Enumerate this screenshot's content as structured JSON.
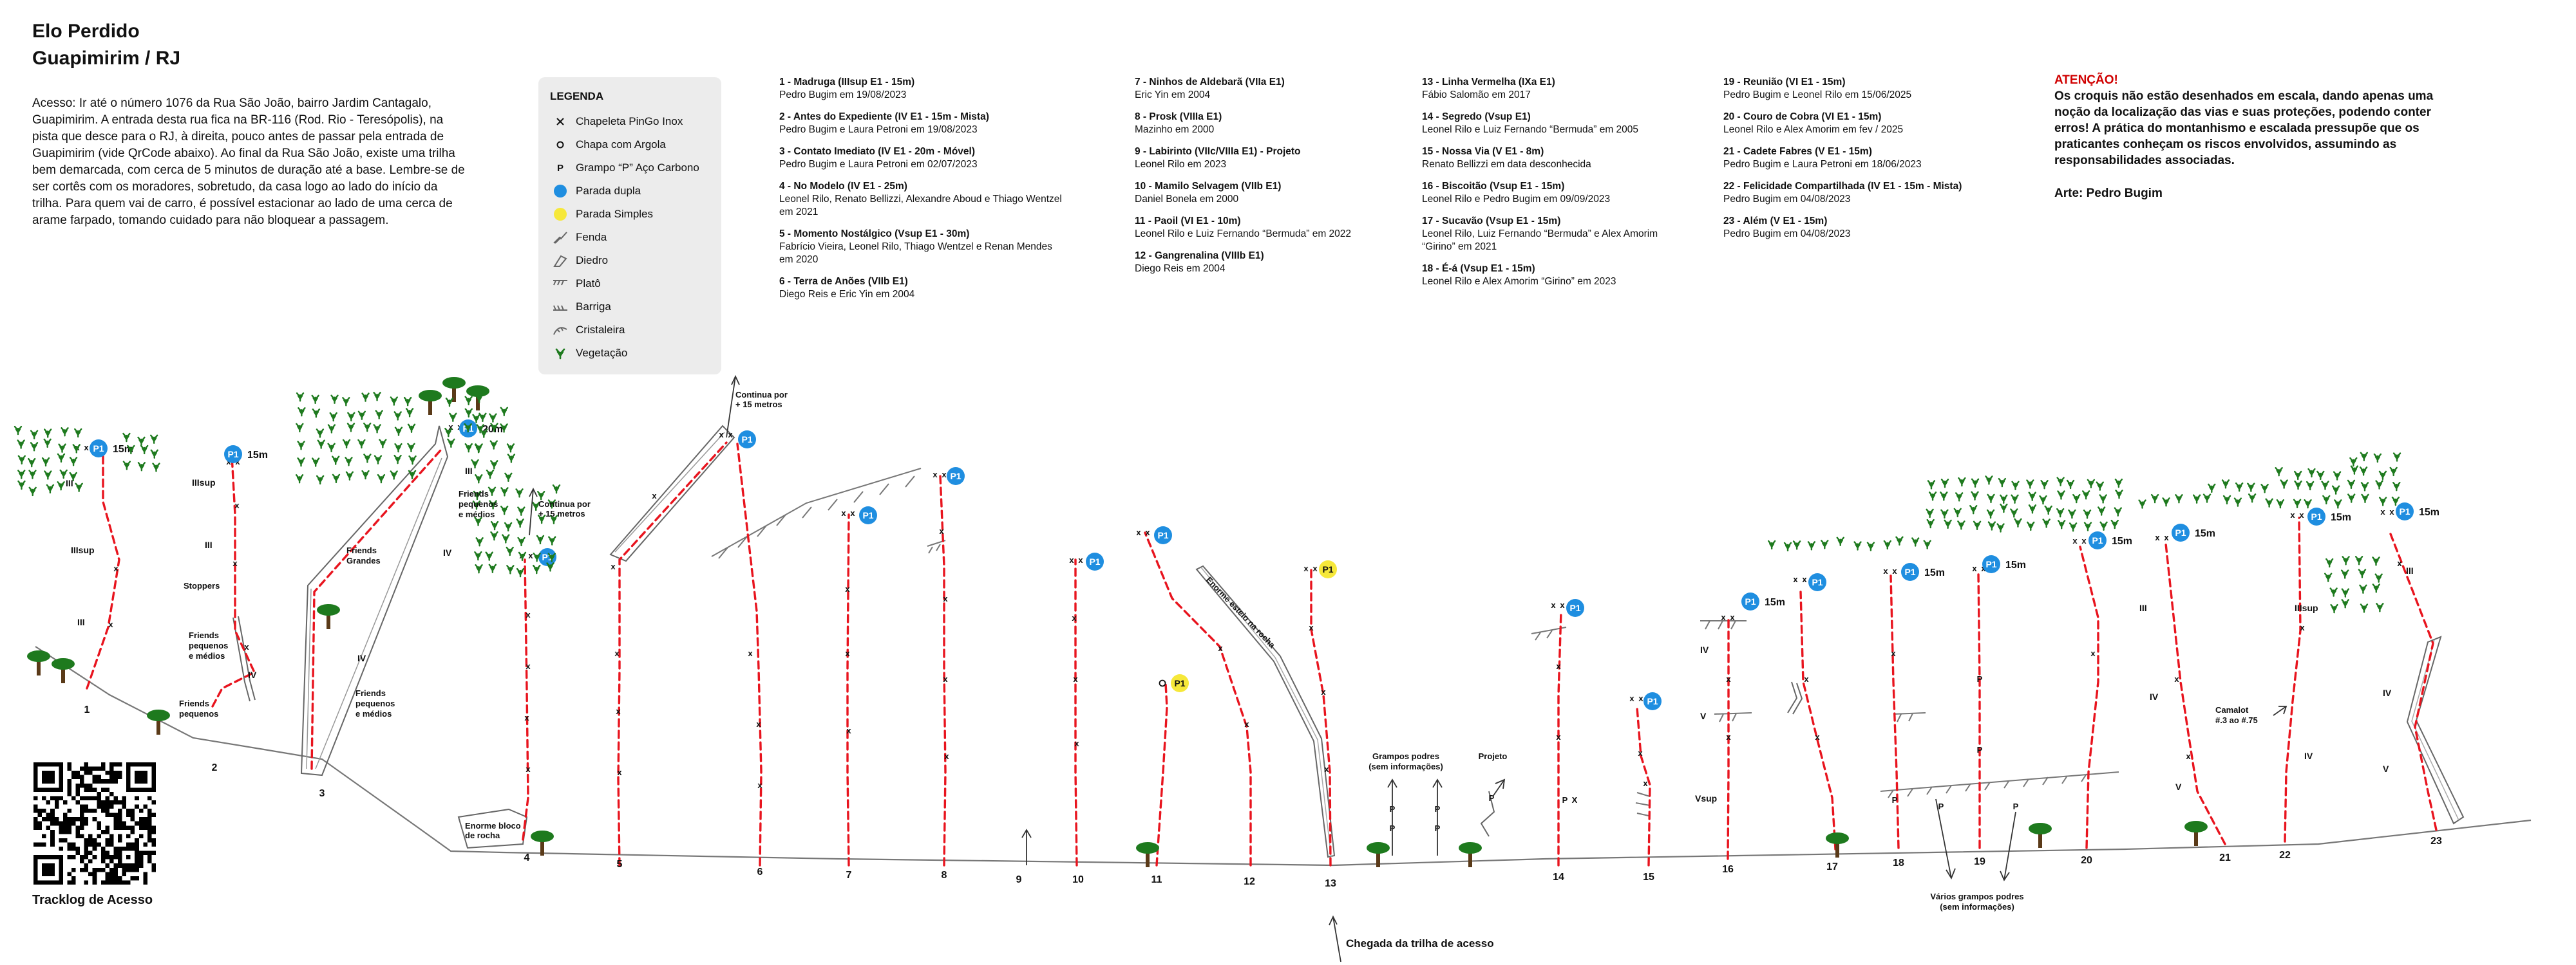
{
  "title": {
    "line1": "Elo Perdido",
    "line2": "Guapimirim / RJ"
  },
  "access_text": "Acesso: Ir até o número 1076 da Rua São João, bairro Jardim Cantagalo, Guapimirim. A entrada desta rua fica na BR-116 (Rod. Rio - Teresópolis), na pista que desce para o RJ, à direita, pouco antes de passar pela entrada de Guapimirim (vide QrCode abaixo). Ao final da Rua São João, existe uma trilha bem demarcada, com cerca de 5 minutos de duração até a base. Lembre-se de ser cortês com os moradores, sobretudo, da casa logo ao lado do início da trilha. Para quem vai de carro, é possível estacionar ao lado de uma cerca de arame farpado, tomando cuidado para não bloquear a passagem.",
  "legend": {
    "title": "LEGENDA",
    "items": [
      {
        "icon": "x-mark-icon",
        "label": "Chapeleta PinGo Inox"
      },
      {
        "icon": "ring-icon",
        "label": "Chapa com Argola"
      },
      {
        "icon": "p-letter-icon",
        "label": "Grampo “P” Aço Carbono"
      },
      {
        "icon": "double-anchor-blue-icon",
        "label": "Parada dupla"
      },
      {
        "icon": "single-anchor-yellow-icon",
        "label": "Parada Simples"
      },
      {
        "icon": "crack-icon",
        "label": "Fenda"
      },
      {
        "icon": "dihedral-icon",
        "label": "Diedro"
      },
      {
        "icon": "ledge-icon",
        "label": "Platô"
      },
      {
        "icon": "roof-icon",
        "label": "Barriga"
      },
      {
        "icon": "crest-icon",
        "label": "Cristaleira"
      },
      {
        "icon": "vegetation-icon",
        "label": "Vegetação"
      }
    ]
  },
  "routes_columns": [
    [
      {
        "name": "1 - Madruga (IIIsup E1 - 15m)",
        "info": "Pedro Bugim em 19/08/2023"
      },
      {
        "name": "2 - Antes do Expediente (IV E1 - 15m - Mista)",
        "info": "Pedro Bugim e Laura Petroni em 19/08/2023"
      },
      {
        "name": "3 - Contato Imediato (IV E1 - 20m - Móvel)",
        "info": "Pedro Bugim e Laura Petroni em 02/07/2023"
      },
      {
        "name": "4 - No Modelo (IV E1 - 25m)",
        "info": "Leonel Rilo, Renato Bellizzi, Alexandre Aboud e Thiago Wentzel em 2021"
      },
      {
        "name": "5 - Momento Nostálgico (Vsup E1 - 30m)",
        "info": "Fabrício Vieira, Leonel Rilo, Thiago Wentzel e Renan Mendes em 2020"
      },
      {
        "name": "6 - Terra de Anões (VIIb E1)",
        "info": "Diego Reis e Eric Yin em 2004"
      }
    ],
    [
      {
        "name": "7 - Ninhos de Aldebarã (VIIa E1)",
        "info": "Eric Yin em 2004"
      },
      {
        "name": "8 - Prosk (VIIIa E1)",
        "info": "Mazinho em 2000"
      },
      {
        "name": "9 - Labirinto (VIIc/VIIIa E1) - Projeto",
        "info": "Leonel Rilo em 2023"
      },
      {
        "name": "10 - Mamilo Selvagem (VIIb E1)",
        "info": "Daniel Bonela em 2000"
      },
      {
        "name": "11 - Paoil (VI E1 - 10m)",
        "info": "Leonel Rilo e Luiz Fernando “Bermuda” em 2022"
      },
      {
        "name": "12 - Gangrenalina (VIIIb E1)",
        "info": "Diego Reis em 2004"
      }
    ],
    [
      {
        "name": "13 - Linha Vermelha (IXa E1)",
        "info": "Fábio Salomão em 2017"
      },
      {
        "name": "14 - Segredo (Vsup E1)",
        "info": "Leonel Rilo e Luiz Fernando “Bermuda” em 2005"
      },
      {
        "name": "15 - Nossa Via (V E1 - 8m)",
        "info": "Renato Bellizzi em data desconhecida"
      },
      {
        "name": "16 - Biscoitão (Vsup E1 - 15m)",
        "info": "Leonel Rilo e Pedro Bugim em 09/09/2023"
      },
      {
        "name": "17 - Sucavão (Vsup E1 - 15m)",
        "info": "Leonel Rilo, Luiz Fernando “Bermuda” e Alex Amorim “Girino” em 2021"
      },
      {
        "name": "18 - É-á (Vsup E1 - 15m)",
        "info": "Leonel Rilo e Alex Amorim “Girino” em 2023"
      }
    ],
    [
      {
        "name": "19 - Reunião (VI E1 - 15m)",
        "info": "Pedro Bugim e Leonel Rilo em 15/06/2025"
      },
      {
        "name": "20 - Couro de Cobra (VI E1 - 15m)",
        "info": "Leonel Rilo e Alex Amorim em fev / 2025"
      },
      {
        "name": "21 - Cadete Fabres (V E1 - 15m)",
        "info": "Pedro Bugim e Laura Petroni em 18/06/2023"
      },
      {
        "name": "22 - Felicidade Compartilhada (IV E1 - 15m - Mista)",
        "info": "Pedro Bugim em 04/08/2023"
      },
      {
        "name": "23 - Além (V E1 - 15m)",
        "info": "Pedro Bugim em 04/08/2023"
      }
    ]
  ],
  "warning": {
    "title": "ATENÇÃO!",
    "text": "Os croquis não estão desenhados em escala, dando apenas uma noção da localização das vias e suas proteções, podendo conter erros! A prática do montanhismo e escalada pressupõe que os praticantes conheçam os riscos envolvidos, assumindo as responsabilidades associadas.",
    "credit": "Arte: Pedro Bugim"
  },
  "qr_label": "Tracklog de Acesso",
  "topo": {
    "anchor_label": "P1",
    "route_numbers": [
      "1",
      "2",
      "3",
      "4",
      "5",
      "6",
      "7",
      "8",
      "9",
      "10",
      "11",
      "12",
      "13",
      "14",
      "15",
      "16",
      "17",
      "18",
      "19",
      "20",
      "21",
      "22",
      "23"
    ],
    "lengths": {
      "r1": "15m",
      "r2": "15m",
      "r3": "20m",
      "r16": "15m",
      "r18": "15m",
      "r19": "15m",
      "r20": "15m",
      "r21": "15m",
      "r22": "15m",
      "r23": "15m"
    },
    "grades": {
      "r1a": "III",
      "r1b": "IIIsup",
      "r1c": "III",
      "r2a": "IIIsup",
      "r2b": "III",
      "r2c": "IV",
      "r3a": "III",
      "r3b": "IV",
      "r3c": "IV",
      "r16a": "IV",
      "r16b": "V",
      "r16c": "Vsup",
      "r20": "III",
      "r21a": "IV",
      "r21b": "V",
      "r22a": "IIIsup",
      "r22b": "IV",
      "r23a": "III",
      "r23b": "IV",
      "r23c": "V"
    },
    "notes": {
      "stoppers": "Stoppers",
      "friends_pm": [
        "Friends",
        "pequenos",
        "e médios"
      ],
      "friends_p": [
        "Friends",
        "pequenos"
      ],
      "friends_g": [
        "Friends",
        "Grandes"
      ],
      "friends_pm2": [
        "Friends",
        "pequenos",
        "e médios"
      ],
      "friends_pm3": [
        "Friends",
        "pequenos",
        "e médios"
      ],
      "cont4": [
        "Continua por",
        "+ 15 metros"
      ],
      "cont6": [
        "Continua por",
        "+ 15 metros"
      ],
      "boulder": [
        "Enorme bloco",
        "de rocha"
      ],
      "pillar": "Enorme esteio na rocha",
      "rotten": [
        "Grampos podres",
        "(sem informações)"
      ],
      "projeto": "Projeto",
      "many_rotten": [
        "Vários grampos podres",
        "(sem informações)"
      ],
      "camalot": [
        "Camalot",
        "#.3 ao #.75"
      ],
      "arrival": "Chegada da trilha de acesso"
    }
  },
  "colors": {
    "route_line": "#e8141e",
    "anchor_blue": "#1f8ee0",
    "anchor_yellow": "#f6e83a",
    "vegetation": "#1e7a1e",
    "warning_title": "#d00000",
    "ground": "#777777"
  }
}
